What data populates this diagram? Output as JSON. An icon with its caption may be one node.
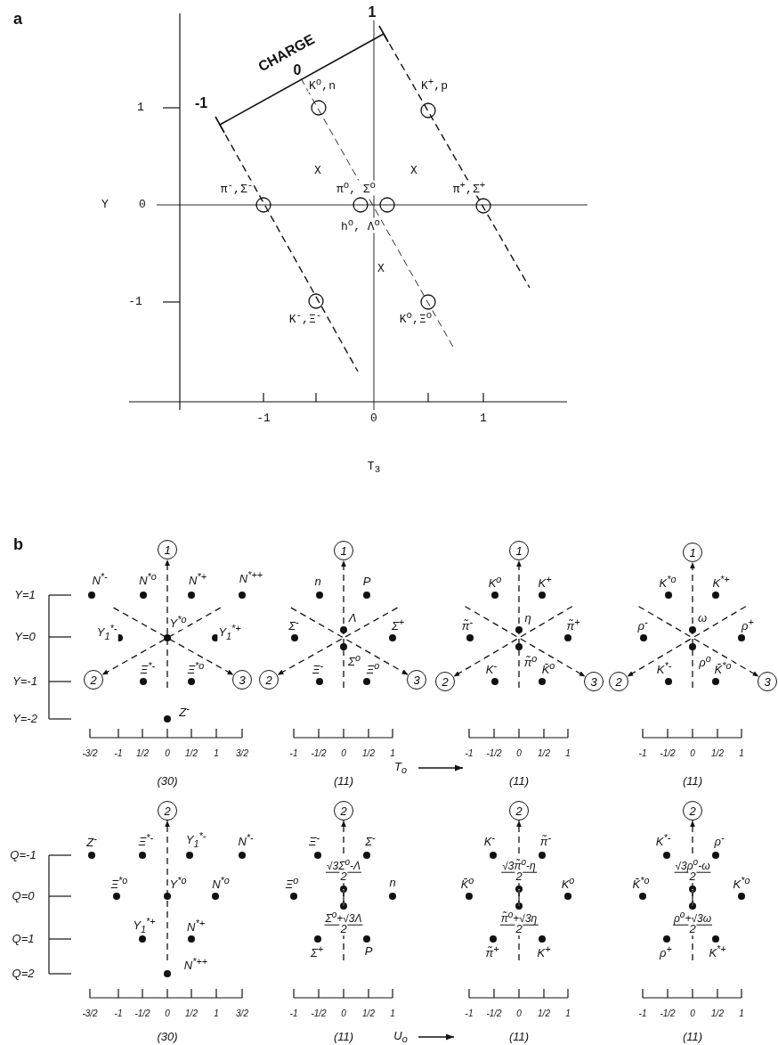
{
  "diagram": {
    "nodes": [
      {
        "text": [
          "1"
        ]
      },
      {
        "text": [
          "2"
        ]
      },
      {
        "text": [
          "3"
        ]
      },
      {
        "text": [
          "1"
        ]
      },
      {
        "text": [
          "2"
        ]
      },
      {
        "text": [
          "3"
        ]
      },
      {
        "text": [
          "1"
        ]
      },
      {
        "text": [
          "2"
        ]
      },
      {
        "text": [
          "3"
        ]
      },
      {
        "text": [
          "1"
        ]
      },
      {
        "text": [
          "2"
        ]
      },
      {
        "text": [
          "3"
        ]
      },
      {
        "text": [
          "2"
        ]
      },
      {
        "text": [
          "2"
        ]
      },
      {
        "text": [
          "2"
        ]
      },
      {
        "text": [
          "2"
        ]
      }
    ],
    "edges": [
      {
        "from": null,
        "to": 0,
        "arrow": "to",
        "style": "dashed"
      },
      {
        "from": null,
        "to": 1,
        "arrow": "to",
        "style": "dashed"
      },
      {
        "from": null,
        "to": 2,
        "arrow": "to",
        "style": "dashed"
      },
      {
        "from": null,
        "to": 3,
        "arrow": "to",
        "style": "dashed"
      },
      {
        "from": null,
        "to": 4,
        "arrow": "to",
        "style": "dashed"
      },
      {
        "from": null,
        "to": 5,
        "arrow": "to",
        "style": "dashed"
      },
      {
        "from": null,
        "to": 6,
        "arrow": "to",
        "style": "dashed"
      },
      {
        "from": null,
        "to": 7,
        "arrow": "to",
        "style": "dashed"
      },
      {
        "from": null,
        "to": 8,
        "arrow": "to",
        "style": "dashed"
      },
      {
        "from": null,
        "to": 9,
        "arrow": "to",
        "style": "dashed"
      },
      {
        "from": null,
        "to": 10,
        "arrow": "to",
        "style": "dashed"
      },
      {
        "from": null,
        "to": 11,
        "arrow": "to",
        "style": "dashed"
      },
      {
        "from": null,
        "to": 12,
        "arrow": "to",
        "style": "dashed"
      },
      {
        "from": null,
        "to": 13,
        "arrow": "to",
        "style": "dashed"
      },
      {
        "from": null,
        "to": 14,
        "arrow": "to",
        "style": "dashed"
      },
      {
        "from": null,
        "to": 15,
        "arrow": "to",
        "style": "dashed"
      }
    ],
    "labels": [
      "a",
      "CHARGE",
      "-1",
      "0",
      "1",
      "1",
      "Y",
      "0",
      "-1",
      "K$^{o}$,n",
      "K$^{+}$,p",
      "X",
      "X",
      "π$^{-}$,Σ$^{-}$",
      "π$^{o}$, Σ$^{o}$",
      "π$^{+}$,Σ$^{+}$",
      "h$^{o}$, Λ$^{o}$",
      "X",
      "K$^{-}$,Ξ$^{-}$",
      "K$^{o}$,Ξ$^{o}$",
      "-1",
      "0",
      "1",
      "T$_{3}$",
      "b",
      "Y=1",
      "Y=0",
      "Y=-1",
      "Y=-2",
      "N$^{*-}$",
      "N$^{*o}$",
      "N$^{*+}$",
      "N$^{*++}$",
      "Y$_{1}$$^{*-}$",
      "Y$^{*o}$",
      "Y$_{1}$$^{*+}$",
      "Ξ$^{*-}$",
      "Ξ$^{*o}$",
      "Z$^{-}$",
      "-3/2",
      "-1",
      "1/2",
      "0",
      "1/2",
      "1",
      "3/2",
      "(30)",
      "n",
      "P",
      "Λ",
      "Σ$^{-}$",
      "Σ$^{+}$",
      "Ξ$^{-}$",
      "Σ$^{o}$",
      "Ξ$^{o}$",
      "-1",
      "-1/2",
      "0",
      "1/2",
      "1",
      "(11)",
      "K$^{o}$",
      "K$^{+}$",
      "η",
      "π̃$^{-}$",
      "π̃$^{+}$",
      "K$^{-}$",
      "π̃$^{o}$",
      "K̄$^{o}$",
      "-1",
      "-1/2",
      "0",
      "1/2",
      "1",
      "T$_{o}$",
      "(11)",
      "K$^{*o}$",
      "K$^{*+}$",
      "ω",
      "ρ$^{-}$",
      "ρ$^{+}$",
      "K$^{*-}$",
      "ρ$^{o}$",
      "K̄$^{*o}$",
      "-1",
      "-1/2",
      "0",
      "1/2",
      "1",
      "(11)",
      "Q=-1",
      "Q=0",
      "Q=1",
      "Q=2",
      "Z$^{-}$",
      "Ξ$^{*-}$",
      "Y$_{1}$$^{*-}$",
      "N$^{*-}$",
      "Ξ$^{*o}$",
      "Y$^{*o}$",
      "N$^{*o}$",
      "Y$_{1}$$^{*+}$",
      "N$^{*+}$",
      "N$^{*++}$",
      "-3/2",
      "-1",
      "-1/2",
      "0",
      "1/2",
      "1",
      "3/2",
      "(30)",
      "Ξ$^{-}$",
      "Σ$^{-}$",
      "√3Σ$^{o}$-Λ",
      "2",
      "Ξ$^{o}$",
      "n",
      "Σ$^{o}$+√3Λ",
      "2",
      "Σ$^{+}$",
      "P",
      "-1",
      "-1/2",
      "0",
      "1/2",
      "1",
      "(11)",
      "K$^{-}$",
      "π̃$^{-}$",
      "√3π̃$^{o}$-η",
      "2",
      "K̄$^{o}$",
      "K$^{o}$",
      "π̃$^{o}$+√3η",
      "2",
      "π̃$^{+}$",
      "K$^{+}$",
      "-1",
      "-1/2",
      "0",
      "1/2",
      "1",
      "U$_{o}$",
      "(11)",
      "K$^{*-}$",
      "ρ$^{-}$",
      "√3ρ$^{o}$-ω",
      "2",
      "K̄$^{*o}$",
      "K$^{*o}$",
      "ρ$^{o}$+√3ω",
      "2",
      "ρ$^{+}$",
      "K$^{*+}$",
      "-1",
      "-1/2",
      "0",
      "1/2",
      "1",
      "(11)"
    ]
  }
}
